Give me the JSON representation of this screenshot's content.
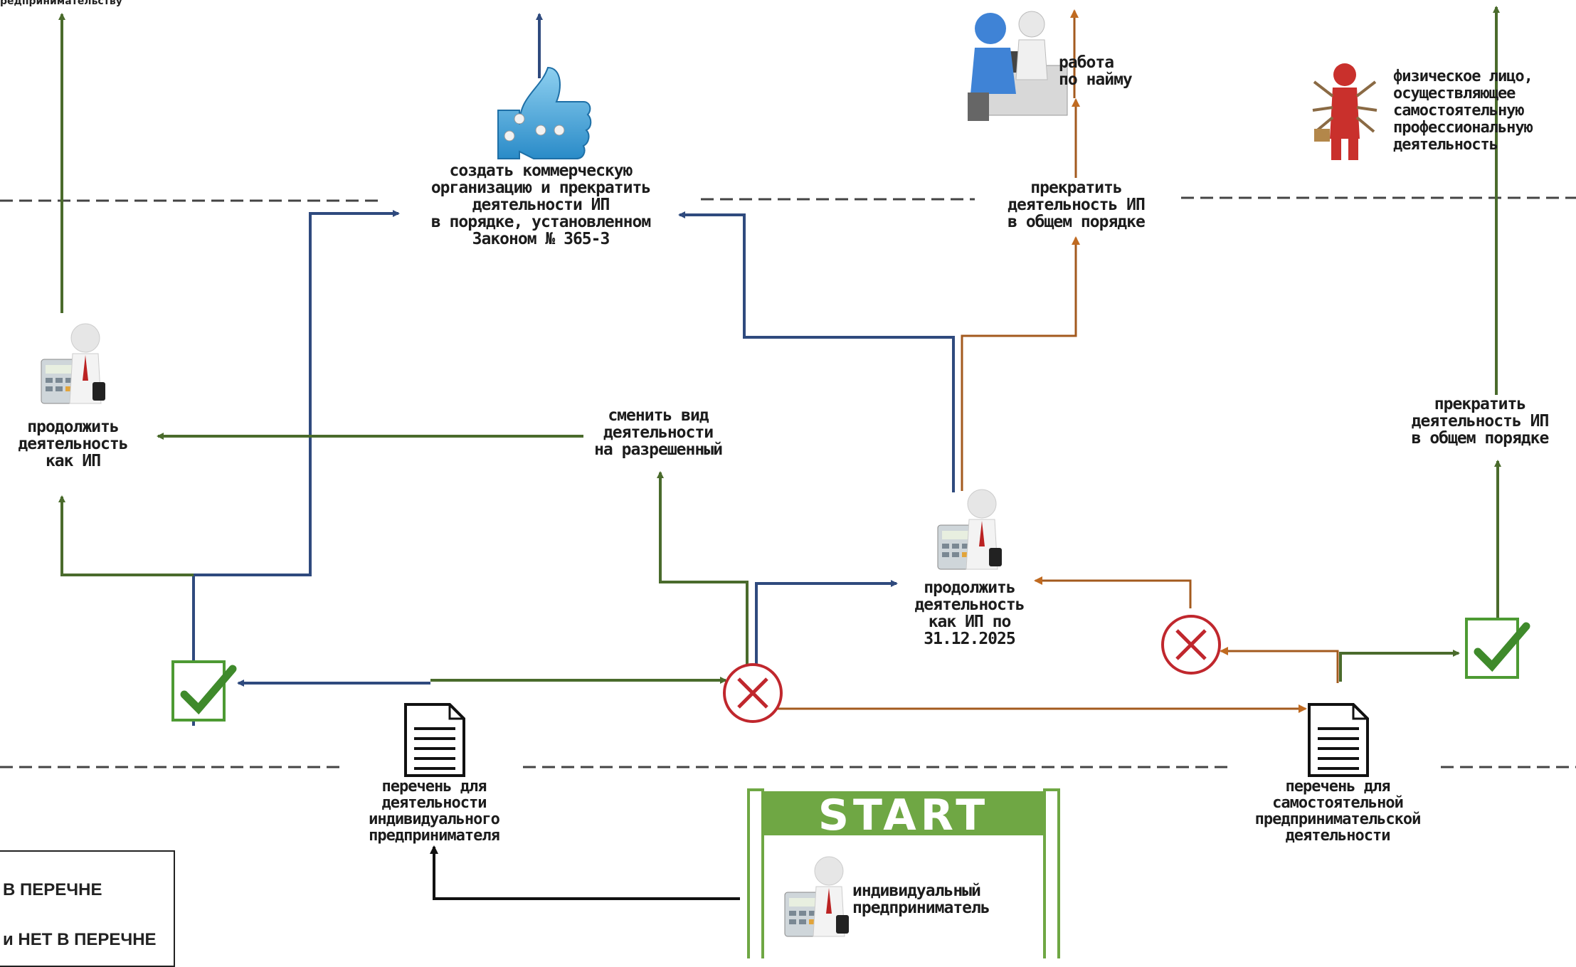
{
  "colors": {
    "blue": "#2f4a7e",
    "green": "#4a6b2c",
    "orange": "#a35a1e",
    "black": "#111111",
    "dash": "#444444",
    "check": "#4d9a33",
    "cross": "#c0272d",
    "banner": "#6fa744"
  },
  "top_cut_text": "редпринимательству",
  "nodes": {
    "create_org": "создать коммерческую\nорганизацию и прекратить\nдеятельности ИП\nв порядке, установленном\nЗаконом № 365-З",
    "hired_work": "работа\nпо найму",
    "self_employed": "физическое лицо,\nосуществляющее\nсамостоятельную\nпрофессиональную\nдеятельность",
    "stop_ip_general_1": "прекратить\nдеятельность ИП\nв общем порядке",
    "continue_ip": "продолжить\nдеятельность\nкак ИП",
    "change_activity": "сменить вид\nдеятельности\nна разрешенный",
    "continue_ip_2025": "продолжить\nдеятельность\nкак ИП по\n31.12.2025",
    "stop_ip_general_2": "прекратить\nдеятельность ИП\nв общем порядке",
    "list_ip": "перечень для\nдеятельности\nиндивидуального\nпредпринимателя",
    "list_self": "перечень для\nсамостоятельной\nпредпринимательской\nдеятельности",
    "start_person": "индивидуальный\nпредприниматель"
  },
  "start_banner": "START",
  "legend": {
    "in_list": "В ПЕРЕЧНЕ",
    "not_in_list": "и НЕТ В ПЕРЕЧНЕ"
  }
}
